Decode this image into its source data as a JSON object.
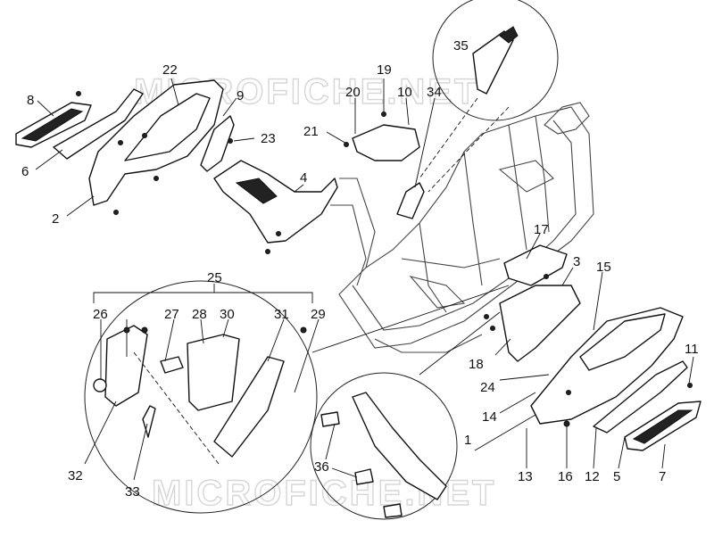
{
  "watermark": {
    "top": "MICROFICHE.NET",
    "bottom": "MICROFICHE.NET"
  },
  "labels": [
    {
      "id": "1",
      "text": "1"
    },
    {
      "id": "2",
      "text": "2"
    },
    {
      "id": "3",
      "text": "3"
    },
    {
      "id": "4",
      "text": "4"
    },
    {
      "id": "5",
      "text": "5"
    },
    {
      "id": "6",
      "text": "6"
    },
    {
      "id": "7",
      "text": "7"
    },
    {
      "id": "8",
      "text": "8"
    },
    {
      "id": "9",
      "text": "9"
    },
    {
      "id": "10",
      "text": "10"
    },
    {
      "id": "11",
      "text": "11"
    },
    {
      "id": "12",
      "text": "12"
    },
    {
      "id": "13",
      "text": "13"
    },
    {
      "id": "14",
      "text": "14"
    },
    {
      "id": "15",
      "text": "15"
    },
    {
      "id": "16",
      "text": "16"
    },
    {
      "id": "17",
      "text": "17"
    },
    {
      "id": "18",
      "text": "18"
    },
    {
      "id": "19",
      "text": "19"
    },
    {
      "id": "20",
      "text": "20"
    },
    {
      "id": "21",
      "text": "21"
    },
    {
      "id": "22",
      "text": "22"
    },
    {
      "id": "23",
      "text": "23"
    },
    {
      "id": "24",
      "text": "24"
    },
    {
      "id": "25",
      "text": "25"
    },
    {
      "id": "26",
      "text": "26"
    },
    {
      "id": "27",
      "text": "27"
    },
    {
      "id": "28",
      "text": "28"
    },
    {
      "id": "29",
      "text": "29"
    },
    {
      "id": "30",
      "text": "30"
    },
    {
      "id": "31",
      "text": "31"
    },
    {
      "id": "32",
      "text": "32"
    },
    {
      "id": "33",
      "text": "33"
    },
    {
      "id": "34",
      "text": "34"
    },
    {
      "id": "35",
      "text": "35"
    },
    {
      "id": "36",
      "text": "36"
    }
  ]
}
